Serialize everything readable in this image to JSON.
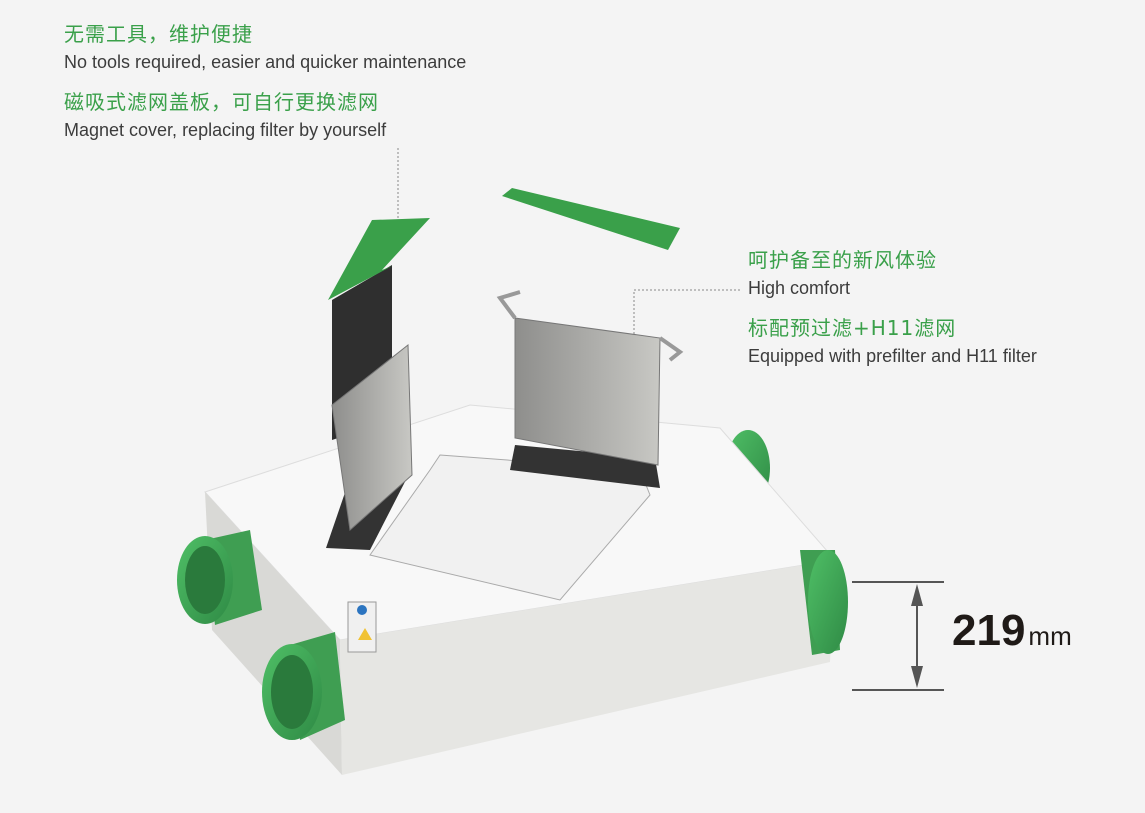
{
  "callouts": {
    "top_left": {
      "cn_1": "无需工具，维护便捷",
      "en_1": "No tools required, easier and quicker maintenance",
      "cn_2": "磁吸式滤网盖板，可自行更换滤网",
      "en_2": "Magnet cover, replacing filter by yourself"
    },
    "right": {
      "cn_1": "呵护备至的新风体验",
      "en_1": "High comfort",
      "cn_2": "标配预过滤+H11滤网",
      "en_2": "Equipped with prefilter and H11 filter"
    }
  },
  "dimension": {
    "value": "219",
    "unit": "mm"
  },
  "colors": {
    "accent_green": "#3aa04a",
    "duct_green": "#3f9e52",
    "text_dark": "#3c3c3c",
    "background": "#f4f4f4"
  }
}
